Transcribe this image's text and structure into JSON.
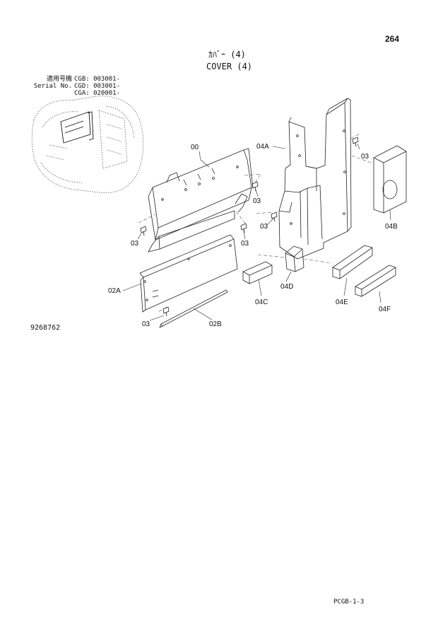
{
  "header": {
    "page_number": "264",
    "title_jp": "ｶﾊﾞｰ (4)",
    "title_en": "COVER (4)"
  },
  "serial_info": [
    {
      "label": "適用号機",
      "code": "CGB: 003001-"
    },
    {
      "label": "Serial No.",
      "code": "CGD: 003001-"
    },
    {
      "label": "",
      "code": "CGA: 020001-"
    }
  ],
  "callouts": {
    "c00": "00",
    "c04A": "04A",
    "c03a": "03",
    "c03b": "03",
    "c03c": "03",
    "c03d": "03",
    "c03e": "03",
    "c03f": "03",
    "c04B": "04B",
    "c02A": "02A",
    "c02B": "02B",
    "c04C": "04C",
    "c04D": "04D",
    "c04E": "04E",
    "c04F": "04F"
  },
  "footer": {
    "drawing_number": "9268762",
    "page_code": "PCGB-1-3"
  }
}
